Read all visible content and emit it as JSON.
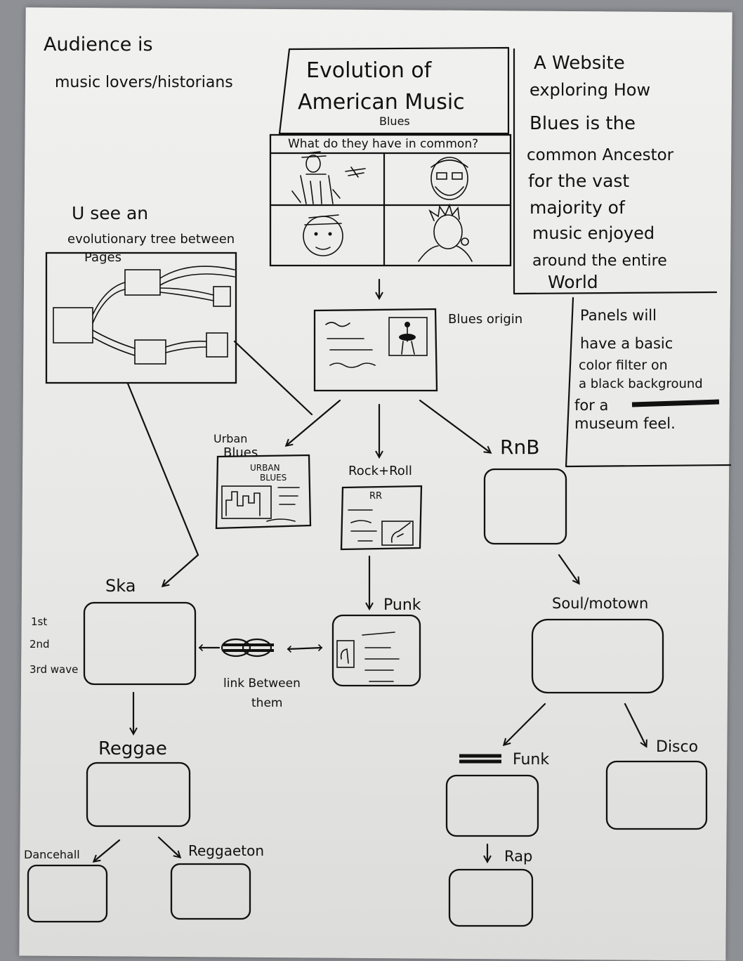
{
  "colors": {
    "paper": "#eeeeec",
    "ink": "#111111",
    "background": "#8e9095"
  },
  "notes": {
    "audience": [
      "Audience is",
      "music lovers/historians"
    ],
    "website": [
      "A Website",
      "exploring How",
      "Blues is the",
      "common Ancestor",
      "for the vast",
      "majority of",
      "music enjoyed",
      "around the entire",
      "World"
    ],
    "tree": [
      "U see an",
      "evolutionary tree between",
      "Pages"
    ],
    "panels": [
      "Panels will",
      "have a basic",
      "color filter on",
      "a black background",
      "for a",
      "museum feel."
    ]
  },
  "header": {
    "title_line1": "Evolution of",
    "title_line2": "American Music",
    "subtitle": "Blues",
    "question": "What do they have in common?"
  },
  "nodes": {
    "blues_origin": "Blues origin",
    "urban_blues_label": [
      "Urban",
      "Blues"
    ],
    "urban_blues_inner": [
      "URBAN",
      "BLUES"
    ],
    "rock_roll": "Rock+Roll",
    "rock_roll_inner": "RR",
    "rnb": "RnB",
    "ska": "Ska",
    "ska_waves": [
      "1st",
      "2nd",
      "3rd wave"
    ],
    "punk": "Punk",
    "link": [
      "link Between",
      "them"
    ],
    "soul": "Soul/motown",
    "reggae": "Reggae",
    "funk": "Funk",
    "disco": "Disco",
    "dancehall": "Dancehall",
    "reggaeton": "Reggaeton",
    "rap": "Rap"
  },
  "icons": [
    "guitarist-icon",
    "bluesman-figure-icon",
    "bearded-man-icon",
    "kid-face-icon",
    "punk-singer-icon",
    "city-skyline-icon",
    "chain-link-icon"
  ]
}
